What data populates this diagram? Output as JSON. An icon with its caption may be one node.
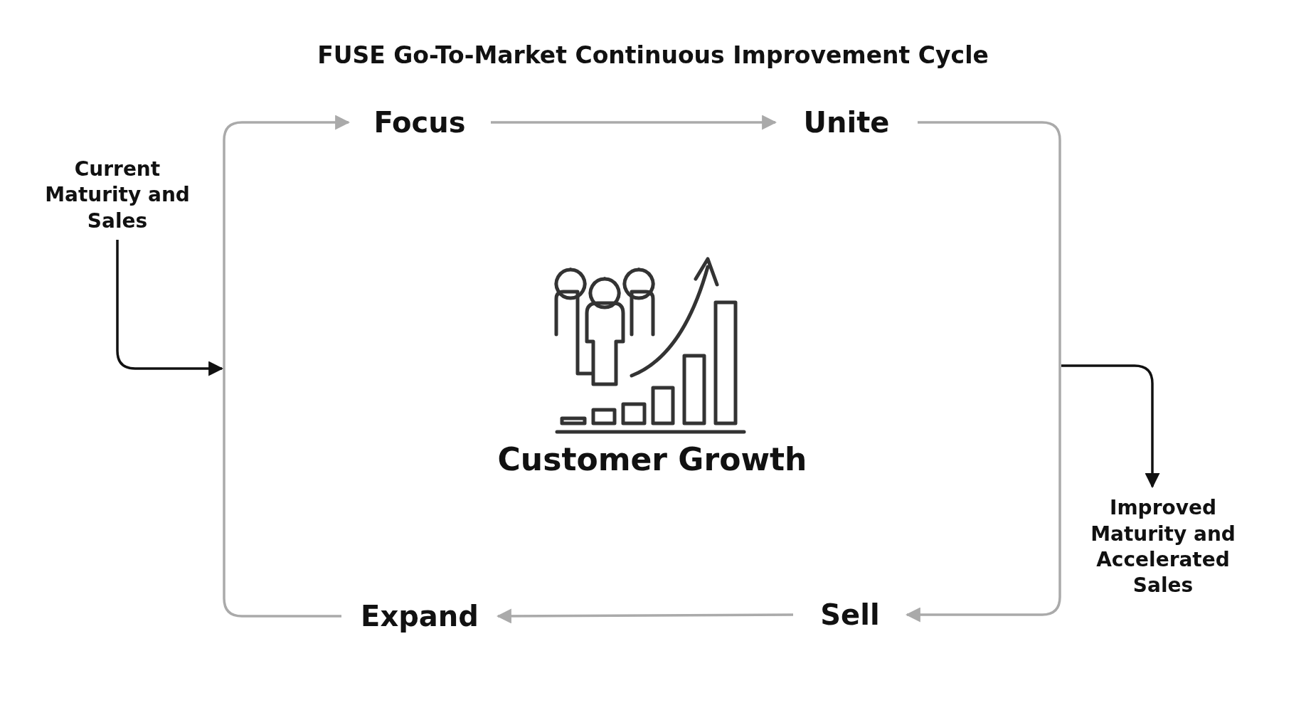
{
  "diagram": {
    "title": "FUSE Go-To-Market Continuous Improvement Cycle",
    "nodes": [
      {
        "text": [
          "Focus"
        ]
      },
      {
        "text": [
          "Unite"
        ]
      },
      {
        "text": [
          "Sell"
        ]
      },
      {
        "text": [
          "Expand"
        ]
      },
      {
        "text": [
          "Current Maturity and Sales"
        ]
      },
      {
        "text": [
          "Improved Maturity and Accelerated Sales"
        ]
      }
    ],
    "edges": [
      {
        "from": 0,
        "to": 1,
        "arrow": "to"
      },
      {
        "from": 1,
        "to": 2,
        "arrow": "to"
      },
      {
        "from": 2,
        "to": 3,
        "arrow": "to"
      },
      {
        "from": 3,
        "to": 0,
        "arrow": "to"
      },
      {
        "from": 4,
        "to": null,
        "arrow": "to",
        "color": "#111111"
      },
      {
        "from": null,
        "to": 5,
        "arrow": "to",
        "color": "#111111"
      }
    ],
    "labels": [
      "Customer Growth"
    ]
  }
}
